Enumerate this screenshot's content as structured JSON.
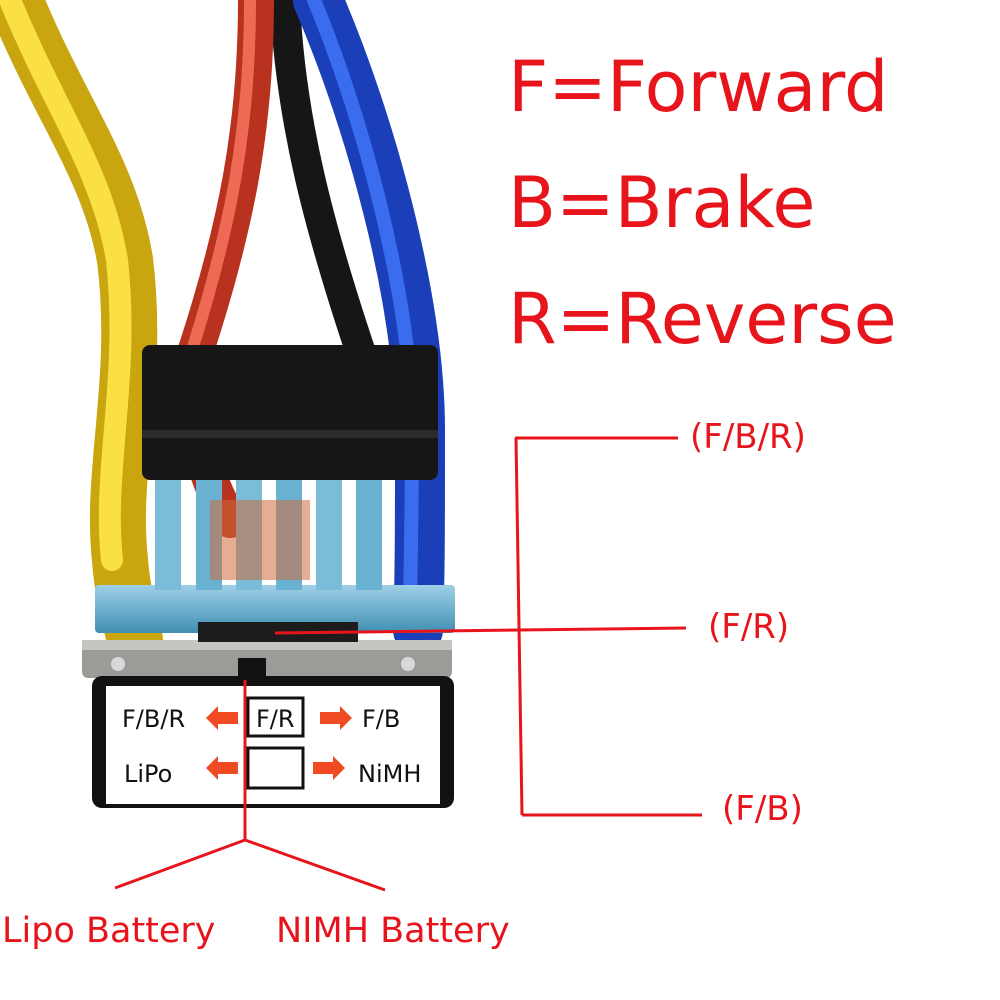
{
  "legend": {
    "forward": "F=Forward",
    "brake": "B=Brake",
    "reverse": "R=Reverse"
  },
  "callouts": {
    "fbr": "(F/B/R)",
    "fr": "(F/R)",
    "fb": "(F/B)"
  },
  "batteries": {
    "lipo": "Lipo Battery",
    "nimh": "NIMH Battery"
  },
  "esc_label": {
    "row1_left": "F/B/R",
    "row1_mid": "F/R",
    "row1_right": "F/B",
    "row2_left": "LiPo",
    "row2_right": "NiMH"
  },
  "colors": {
    "annotation": "#e8141c",
    "wire_yellow": "#f2c81c",
    "wire_red": "#e2523c",
    "wire_black": "#161616",
    "wire_blue": "#1f48c8",
    "heatsink": "#5aa7c6",
    "arrow": "#f04a22"
  }
}
